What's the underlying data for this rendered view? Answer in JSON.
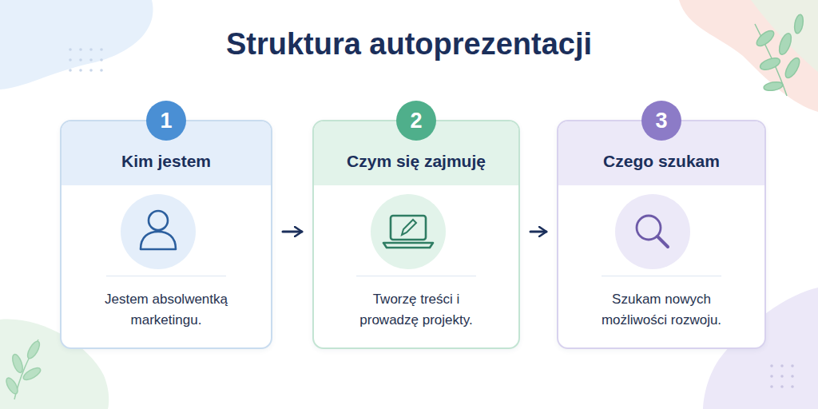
{
  "diagram": {
    "title": "Struktura autoprezentacji",
    "nodes": [
      {
        "text": [
          "Kim jestem",
          "Jestem absolwentką marketingu."
        ]
      },
      {
        "text": [
          "1"
        ],
        "in": 0
      },
      {
        "text": [
          "Czym się zajmuję",
          "Tworzę treści i prowadzę projekty."
        ]
      },
      {
        "text": [
          "2"
        ],
        "in": 2
      },
      {
        "text": [
          "Czego szukam",
          "Szukam nowych możliwości rozwoju."
        ]
      },
      {
        "text": [
          "3"
        ],
        "in": 4
      }
    ],
    "edges": [
      {
        "from": 0,
        "to": 2,
        "arrow": "to"
      },
      {
        "from": 2,
        "to": 4,
        "arrow": "to"
      }
    ]
  }
}
